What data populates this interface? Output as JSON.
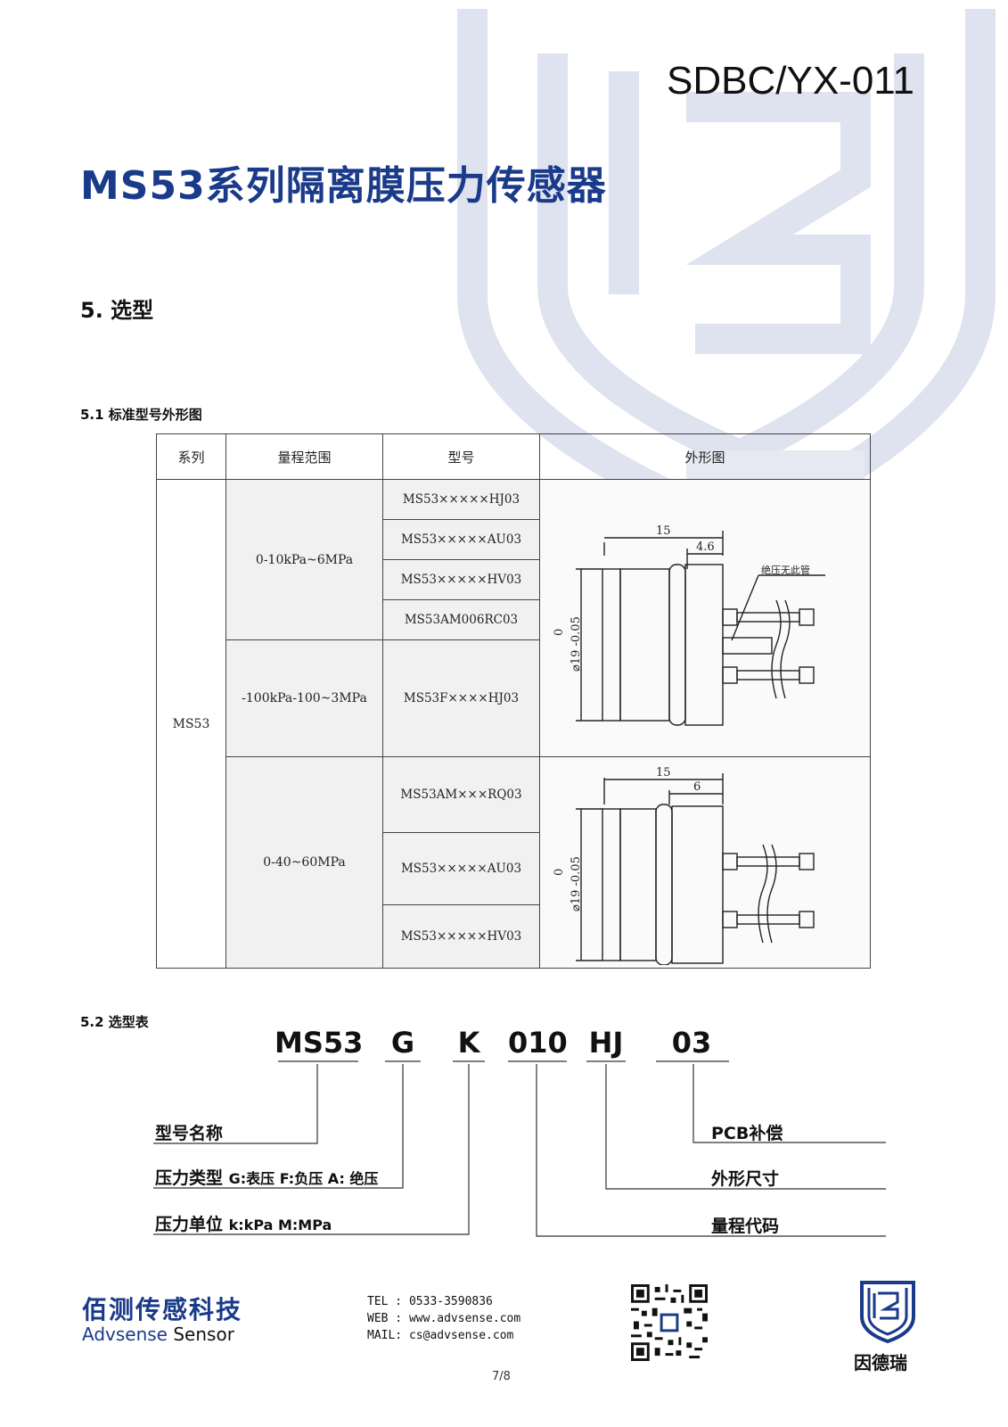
{
  "doc_code": "SDBC/YX-011",
  "page_title": "MS53系列隔离膜压力传感器",
  "section_heading": "5. 选型",
  "subsection_1": "5.1 标准型号外形图",
  "table": {
    "headers": [
      "系列",
      "量程范围",
      "型号",
      "外形图"
    ],
    "series": "MS53",
    "groups": [
      {
        "range": "0-10kPa~6MPa",
        "models": [
          "MS53×××××HJ03",
          "MS53×××××AU03",
          "MS53×××××HV03",
          "MS53AM006RC03"
        ]
      },
      {
        "range": "-100kPa-100~3MPa",
        "models": [
          "MS53F××××HJ03"
        ]
      },
      {
        "range": "0-40~60MPa",
        "models": [
          "MS53AM×××RQ03",
          "MS53×××××AU03",
          "MS53×××××HV03"
        ]
      }
    ],
    "drawing_1": {
      "dim_total": "15",
      "dim_part": "4.6",
      "dia_top": "0",
      "dia_label": "⌀19 -0.05",
      "note": "绝压无此管"
    },
    "drawing_2": {
      "dim_total": "15",
      "dim_part": "6",
      "dia_top": "0",
      "dia_label": "⌀19 -0.05"
    }
  },
  "subsection_2": "5.2 选型表",
  "code_parts": [
    "MS53",
    "G",
    "K",
    "010",
    "HJ",
    "03"
  ],
  "code_labels": {
    "model_name": "型号名称",
    "pressure_type_title": "压力类型",
    "pressure_type_desc": "G:表压 F:负压 A: 绝压",
    "pressure_unit_title": "压力单位",
    "pressure_unit_desc": "k:kPa M:MPa",
    "pcb": "PCB补偿",
    "shape_size": "外形尺寸",
    "range_code": "量程代码"
  },
  "footer": {
    "brand_cn": "佰测传感科技",
    "brand_en_1": "Advsense",
    "brand_en_2": " Sensor",
    "tel_label": "TEL :",
    "tel": "0533-3590836",
    "web_label": "WEB :",
    "web": "www.advsense.com",
    "mail_label": "MAIL:",
    "mail": "cs@advsense.com",
    "logo_text": "因德瑞",
    "page": "7/8"
  },
  "colors": {
    "brand_blue": "#1a3a8a",
    "watermark": "#dde0ee"
  }
}
